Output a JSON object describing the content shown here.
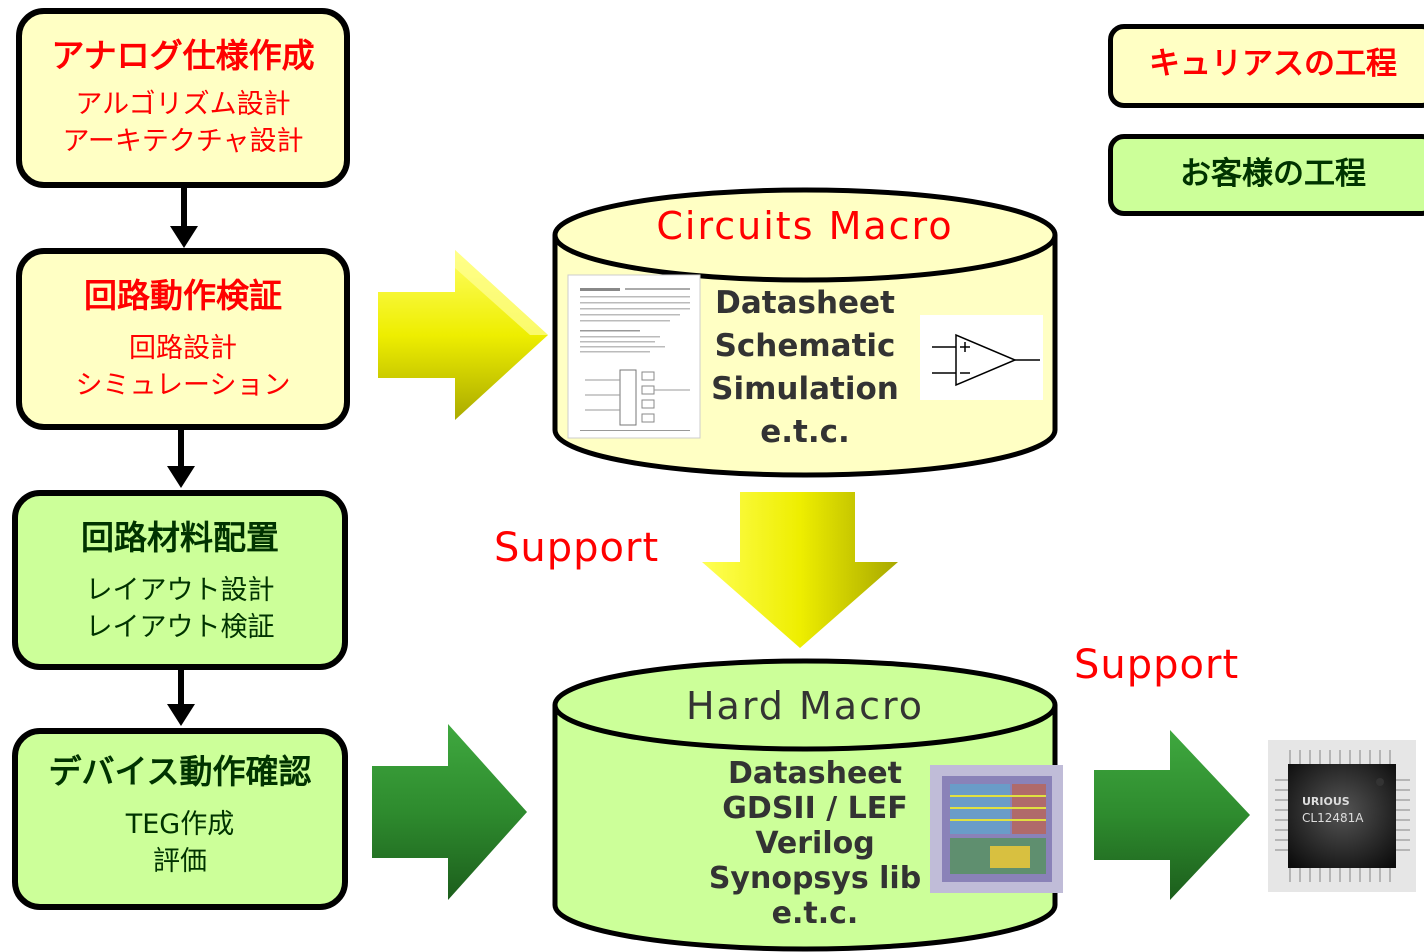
{
  "steps": [
    {
      "title": "アナログ仕様作成",
      "lines": [
        "アルゴリズム設計",
        "アーキテクチャ設計"
      ]
    },
    {
      "title": "回路動作検証",
      "lines": [
        "回路設計",
        "シミュレーション"
      ]
    },
    {
      "title": "回路材料配置",
      "lines": [
        "レイアウト設計",
        "レイアウト検証"
      ]
    },
    {
      "title": "デバイス動作確認",
      "lines": [
        "TEG作成",
        "評価"
      ]
    }
  ],
  "legend": {
    "curious": "キュリアスの工程",
    "customer": "お客様の工程"
  },
  "circuits_macro": {
    "title": "Circuits  Macro",
    "items": [
      "Datasheet",
      "Schematic",
      "Simulation",
      "e.t.c."
    ]
  },
  "hard_macro": {
    "title": "Hard  Macro",
    "items": [
      "Datasheet",
      "GDSII / LEF",
      "Verilog",
      "Synopsys lib",
      "e.t.c."
    ]
  },
  "support_labels": [
    "Support",
    "Support"
  ],
  "chip": {
    "brand": "URIOUS",
    "part": "CL12481A"
  },
  "colors": {
    "yellow_box": "#ffffc4",
    "green_box": "#ccff99",
    "yellow_arrow": "#ffff00",
    "green_arrow": "#2e8b2e",
    "red_text": "#ff0000",
    "black": "#000000"
  }
}
